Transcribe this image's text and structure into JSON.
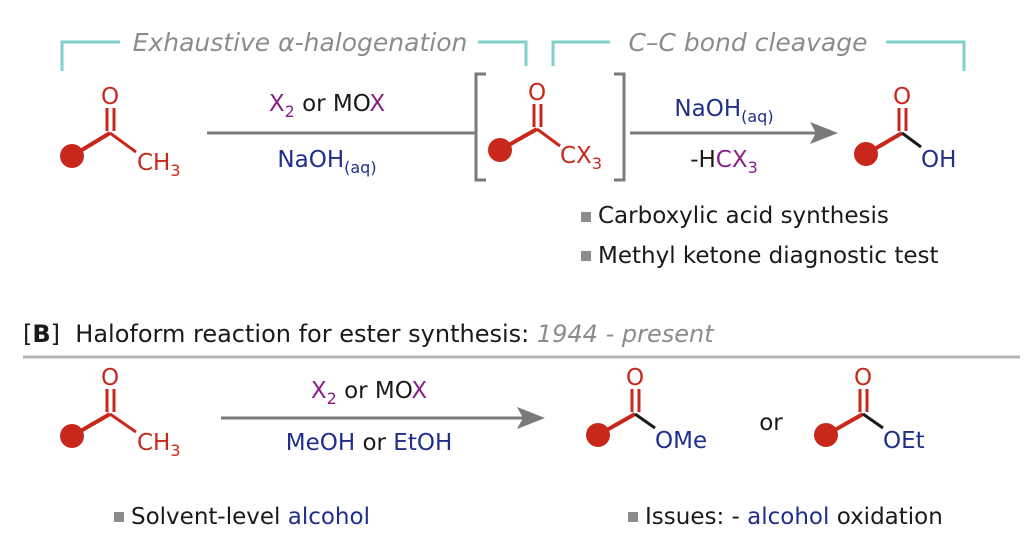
{
  "colors": {
    "red": "#c8281c",
    "navy": "#1f2f8a",
    "purple": "#8a1f8a",
    "teal": "#7fd1c9",
    "gray": "#8c8c8c",
    "arrow": "#7a7a7a"
  },
  "section_a": {
    "label_left": "Exhaustive α-halogenation",
    "label_right": "C–C bond cleavage",
    "start": {
      "oxygen": "O",
      "methyl": "CH",
      "methyl_sub": "3"
    },
    "step1": {
      "reagent_x": "X",
      "reagent_x_sub": "2",
      "reagent_or": " or MO",
      "reagent_x2": "X",
      "base": "NaOH",
      "base_sub": "(aq)"
    },
    "intermediate": {
      "oxygen": "O",
      "group": "CX",
      "group_sub": "3"
    },
    "step2": {
      "base": "NaOH",
      "base_sub": "(aq)",
      "byproduct_prefix": "-H",
      "byproduct_cx": "CX",
      "byproduct_sub": "3"
    },
    "product": {
      "oxygen": "O",
      "group": "OH"
    },
    "bullets": [
      "Carboxylic acid synthesis",
      "Methyl ketone diagnostic test"
    ]
  },
  "section_b": {
    "bracket_open": "[",
    "letter": "B",
    "bracket_close": "]",
    "title": "  Haloform reaction for ester synthesis: ",
    "years": "1944 - present",
    "start": {
      "oxygen": "O",
      "methyl": "CH",
      "methyl_sub": "3"
    },
    "reagents": {
      "x": "X",
      "x_sub": "2",
      "or_mo": " or MO",
      "x2": "X",
      "meoh": "MeOH",
      "or": " or ",
      "etoh": "EtOH"
    },
    "product1": {
      "oxygen": "O",
      "group": "OMe"
    },
    "or_word": "or",
    "product2": {
      "oxygen": "O",
      "group": "OEt"
    },
    "bullet_left": {
      "text": "Solvent-level ",
      "highlight": "alcohol"
    },
    "bullet_right": {
      "prefix": "Issues: - ",
      "highlight": "alcohol",
      "suffix": " oxidation"
    }
  }
}
